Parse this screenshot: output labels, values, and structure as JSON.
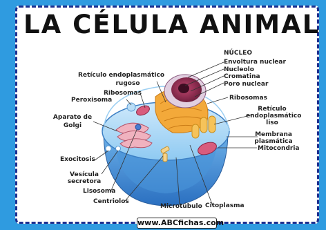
{
  "title": "LA CÉLULA ANIMAL",
  "labels": {
    "nucleo": "NÚCLEO",
    "envoltura": "Envoltura nuclear",
    "nucleolo": "Nucleolo",
    "cromatina": "Cromatina",
    "poro": "Poro nuclear",
    "reticulo_rugoso_1": "Retículo endoplasmático",
    "reticulo_rugoso_2": "rugoso",
    "ribosomas_left": "Ribosomas",
    "ribosomas_right": "Ribosomas",
    "peroxisoma": "Peroxisoma",
    "reticulo_liso_1": "Retículo",
    "reticulo_liso_2": "endoplasmático",
    "reticulo_liso_3": "liso",
    "aparato_1": "Aparato de",
    "aparato_2": "Golgi",
    "membrana_1": "Membrana",
    "membrana_2": "plasmática",
    "mitocondria": "Mitocondria",
    "exocitosis": "Exocitosis",
    "vesicula_1": "Vesícula",
    "vesicula_2": "secretora",
    "lisosoma": "Lisosoma",
    "centriolos": "Centriolos",
    "microtubulo": "Microtúbulo",
    "citoplasma": "Citoplasma"
  },
  "footer": "www.ABCfichas.com"
}
